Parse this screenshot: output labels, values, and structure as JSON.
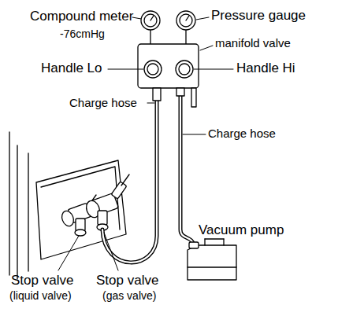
{
  "diagram": {
    "labels": [
      "Compound meter",
      "-76cmHg",
      "Pressure gauge",
      "manifold valve",
      "Handle Lo",
      "Handle Hi",
      "Charge hose",
      "Charge hose",
      "Vacuum pump",
      "Stop valve",
      "(liquid valve)",
      "Stop valve",
      "(gas valve)"
    ]
  }
}
